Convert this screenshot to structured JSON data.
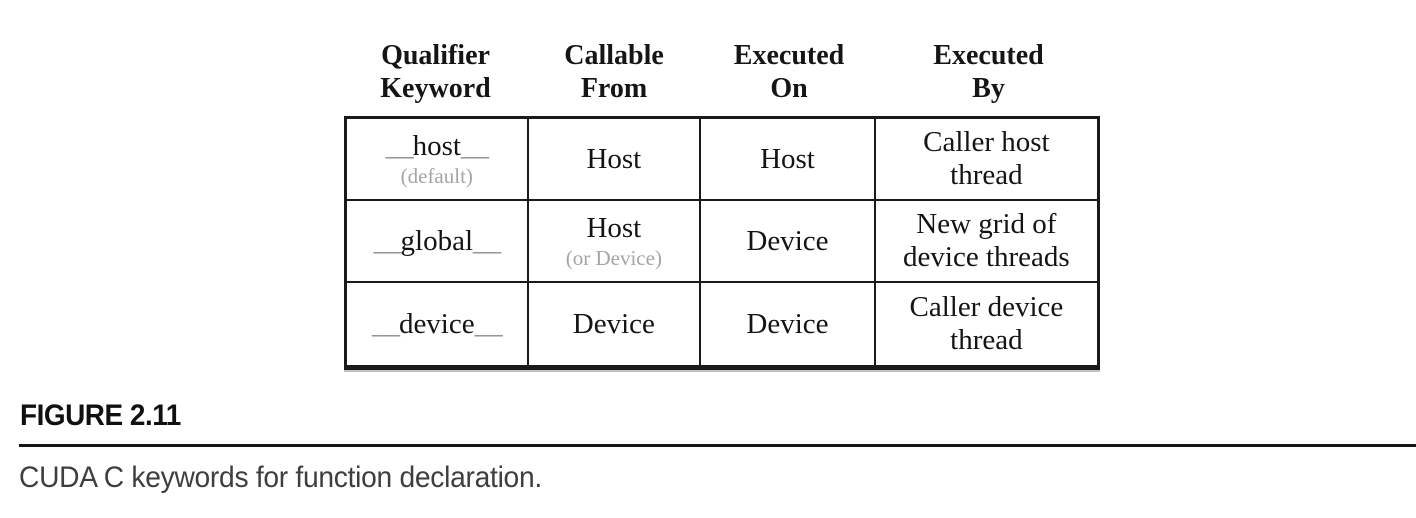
{
  "table": {
    "headers": [
      {
        "l1": "Qualifier",
        "l2": "Keyword"
      },
      {
        "l1": "Callable",
        "l2": "From"
      },
      {
        "l1": "Executed",
        "l2": "On"
      },
      {
        "l1": "Executed",
        "l2": "By"
      }
    ],
    "rows": [
      {
        "cells": [
          {
            "pre": "__",
            "word": "host",
            "post": "__",
            "note": "(default)"
          },
          {
            "text": "Host",
            "note": ""
          },
          {
            "text": "Host",
            "note": ""
          },
          {
            "text": "Caller host thread",
            "note": ""
          }
        ]
      },
      {
        "cells": [
          {
            "pre": "__",
            "word": "global",
            "post": "__",
            "note": ""
          },
          {
            "text": "Host",
            "note": "(or Device)"
          },
          {
            "text": "Device",
            "note": ""
          },
          {
            "text": "New grid of device threads",
            "note": ""
          }
        ]
      },
      {
        "cells": [
          {
            "pre": "__",
            "word": "device",
            "post": "__",
            "note": ""
          },
          {
            "text": "Device",
            "note": ""
          },
          {
            "text": "Device",
            "note": ""
          },
          {
            "text": "Caller device thread",
            "note": ""
          }
        ]
      }
    ]
  },
  "caption": {
    "label": "FIGURE 2.11",
    "text": "CUDA C keywords for function declaration.",
    "rule_color": "#161616"
  },
  "colors": {
    "table_border": "#1a1a1a",
    "body_text": "#141414",
    "note_gray": "#a5a5a5",
    "underscore_gray": "#8f8f8f",
    "caption_text": "#3e3e41"
  }
}
